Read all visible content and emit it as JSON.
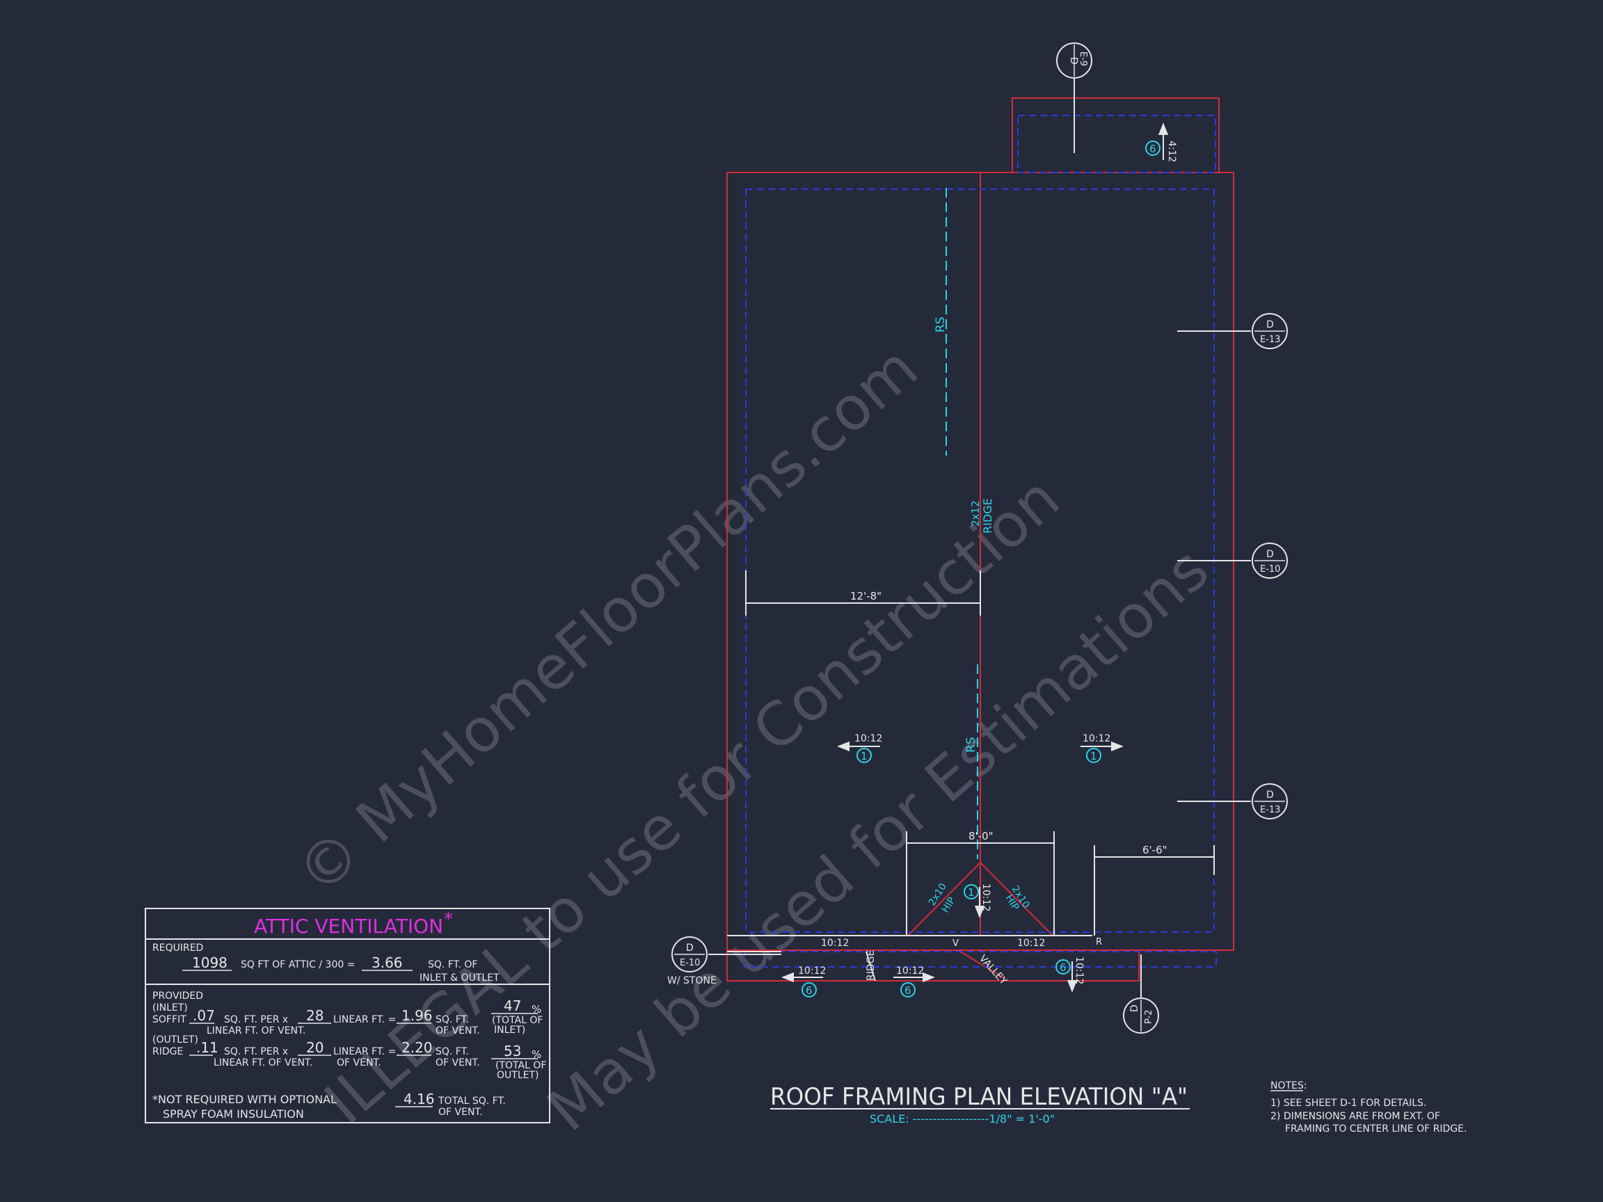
{
  "colors": {
    "background": "#252a3b",
    "wall_red": "#d42a3a",
    "eave_blue": "#2b3bd8",
    "annotation_cyan": "#2fd3e6",
    "text_white": "#e6e6e6",
    "title_magenta": "#e02fe0",
    "watermark": "#6a6e7c"
  },
  "watermark": {
    "line1": "© MyHomeFloorPlans.com",
    "line2": "ILLEGAL to use for Construction",
    "line3": "May be used for Estimations"
  },
  "plan": {
    "title": "ROOF FRAMING PLAN ELEVATION \"A\"",
    "scale": "SCALE: -------------------1/8\" = 1'-0\"",
    "ridge_size": "2x12",
    "ridge_label": "RIDGE",
    "rs": "RS",
    "hip_size": "2x10",
    "hip_label": "HIP",
    "valley_label": "VALLEY",
    "lower_ridge": "RIDGE",
    "r_mark": "R",
    "v_mark": "V",
    "w_stone": "W/ STONE",
    "dims": {
      "d1": "12'-8\"",
      "d2": "8'-0\"",
      "d3": "6'-6\""
    },
    "pitches": {
      "p_left": "10:12",
      "p_right": "10:12",
      "p_top": "4:12",
      "p_hip": "10:12",
      "p_lower_a": "10:12",
      "p_lower_b": "10:12",
      "p_bot_a": "10:12",
      "p_bot_b": "10:12",
      "p_bot_c": "10:12"
    },
    "bubbles": {
      "one": "1",
      "six": "6"
    },
    "callouts": [
      {
        "letter": "D",
        "sheet": "E-9"
      },
      {
        "letter": "D",
        "sheet": "E-13"
      },
      {
        "letter": "D",
        "sheet": "E-10"
      },
      {
        "letter": "D",
        "sheet": "E-13"
      },
      {
        "letter": "D",
        "sheet": "E-10"
      },
      {
        "letter": "D",
        "sheet": "P-2"
      }
    ]
  },
  "notes": {
    "heading": "NOTES:",
    "n1": "1)  SEE SHEET D-1 FOR DETAILS.",
    "n2a": "2)  DIMENSIONS ARE FROM EXT. OF",
    "n2b": "FRAMING TO CENTER LINE OF RIDGE."
  },
  "attic": {
    "title": "ATTIC VENTILATION",
    "asterisk": "*",
    "required": "REQUIRED",
    "sqft_attic": "1098",
    "req_text": "SQ FT OF ATTIC / 300 =",
    "req_result": "3.66",
    "req_unit1": "SQ. FT. OF",
    "req_unit2": "INLET & OUTLET",
    "provided": "PROVIDED",
    "inlet": "(INLET)",
    "soffit": "SOFFIT",
    "soffit_val": ".07",
    "sqft_per": "SQ. FT. PER x",
    "soffit_lin": "28",
    "linear_ft": "LINEAR FT. =",
    "soffit_res": "1.96",
    "sqft": "SQ. FT.",
    "lin_of_vent": "LINEAR FT. OF VENT.",
    "of_vent": "OF VENT.",
    "soffit_pct": "47",
    "pct": "%",
    "total_of": "(TOTAL OF",
    "inlet_close": "INLET)",
    "outlet": "(OUTLET)",
    "ridge": "RIDGE",
    "ridge_val": ".11",
    "ridge_lin": "20",
    "ridge_res": "2.20",
    "ridge_pct": "53",
    "outlet_close": "OUTLET)",
    "not_req1": "*NOT REQUIRED WITH OPTIONAL",
    "not_req2": "SPRAY FOAM INSULATION",
    "total_val": "4.16",
    "total_text": "TOTAL  SQ. FT."
  }
}
